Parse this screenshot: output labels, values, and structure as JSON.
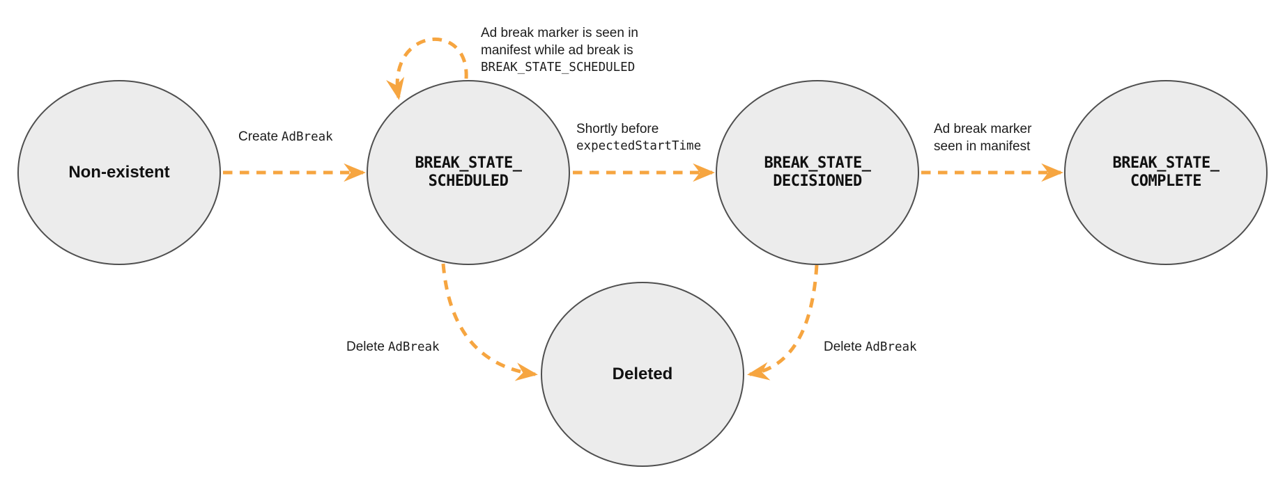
{
  "diagram": {
    "type": "state-transition-diagram",
    "colors": {
      "arrow": "#F6A540",
      "node_fill": "#ECECEC",
      "node_border": "#4F4F4F",
      "label_text": "#1f1f1f"
    },
    "nodes": {
      "non_existent": {
        "label": "Non-existent"
      },
      "scheduled": {
        "line1": "BREAK_STATE_",
        "line2": "SCHEDULED"
      },
      "decisioned": {
        "line1": "BREAK_STATE_",
        "line2": "DECISIONED"
      },
      "complete": {
        "line1": "BREAK_STATE_",
        "line2": "COMPLETE"
      },
      "deleted": {
        "label": "Deleted"
      }
    },
    "edges": {
      "create": {
        "text": "Create",
        "code": "AdBreak"
      },
      "self_loop": {
        "line1": "Ad break marker is seen in",
        "line2": "manifest while ad break is",
        "code": "BREAK_STATE_SCHEDULED"
      },
      "to_decisioned": {
        "line1": "Shortly before",
        "code": "expectedStartTime"
      },
      "to_complete": {
        "line1": "Ad break marker",
        "line2": "seen in manifest"
      },
      "delete_from_scheduled": {
        "text": "Delete",
        "code": "AdBreak"
      },
      "delete_from_decisioned": {
        "text": "Delete",
        "code": "AdBreak"
      }
    }
  }
}
